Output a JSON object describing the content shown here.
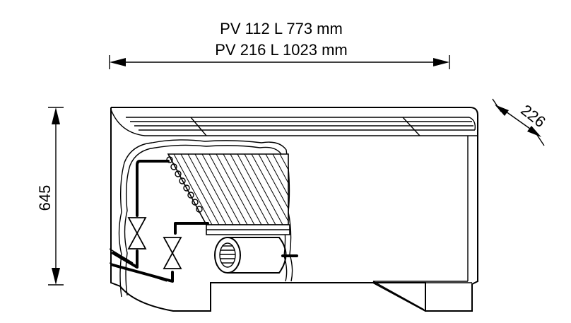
{
  "dimensions": {
    "width_line1": "PV  112 L  773 mm",
    "width_line2": "PV 216 L  1023 mm",
    "height": "645",
    "depth": "226"
  }
}
